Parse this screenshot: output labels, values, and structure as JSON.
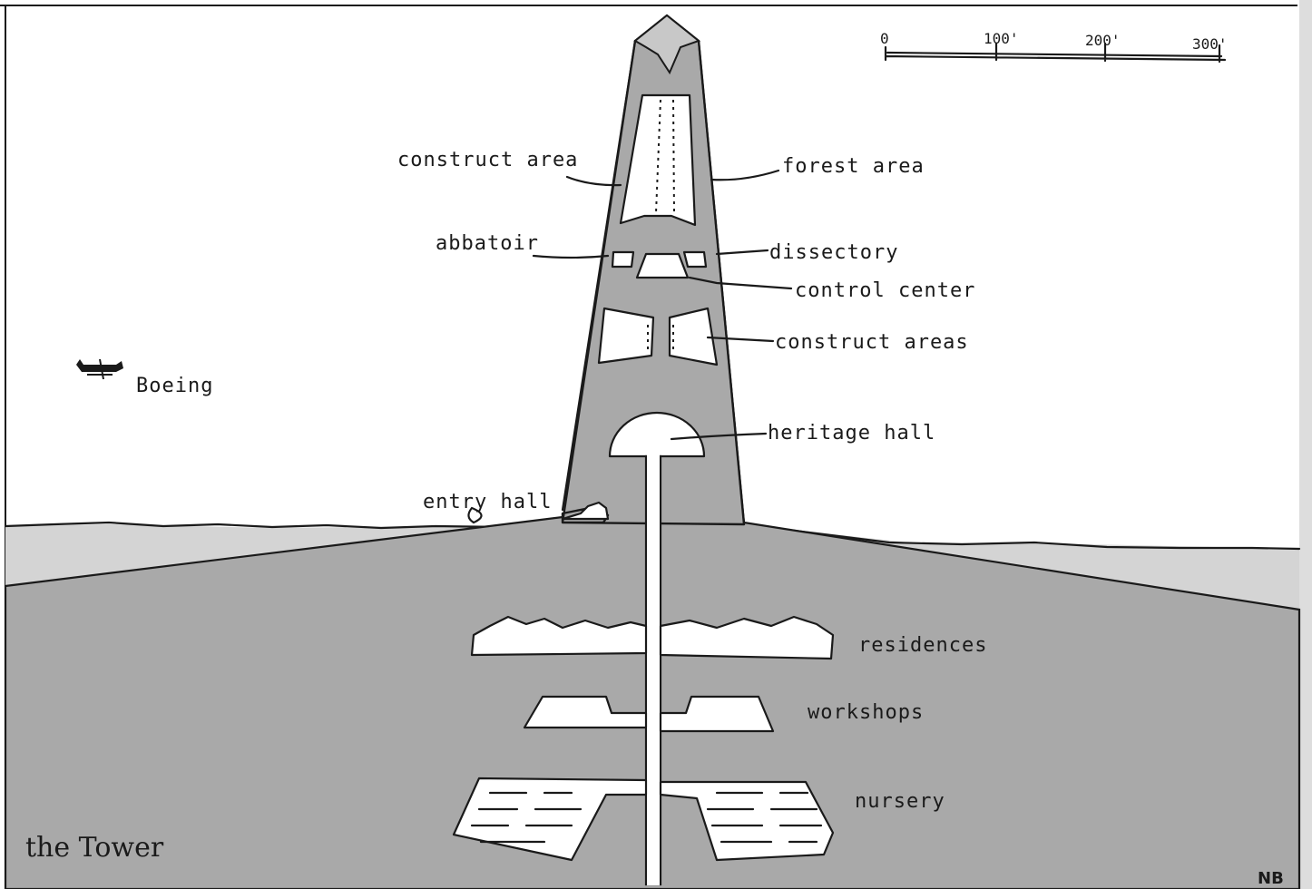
{
  "title": "the Tower",
  "signature": "NB",
  "scale": {
    "ticks": [
      "0",
      "100'",
      "200'",
      "300'"
    ]
  },
  "labels": {
    "construct_area": "construct area",
    "forest_area": "forest area",
    "abbatoir": "abbatoir",
    "dissectory": "dissectory",
    "control_center": "control center",
    "construct_areas": "construct areas",
    "boeing": "Boeing",
    "heritage_hall": "heritage hall",
    "entry_hall": "entry hall",
    "residences": "residences",
    "workshops": "workshops",
    "nursery": "nursery"
  },
  "colors": {
    "ground": "#a9a9a9",
    "tower": "#a9a9a9",
    "sky_band": "#d4d4d4",
    "ink": "#1a1a1a",
    "paper": "#ffffff"
  }
}
